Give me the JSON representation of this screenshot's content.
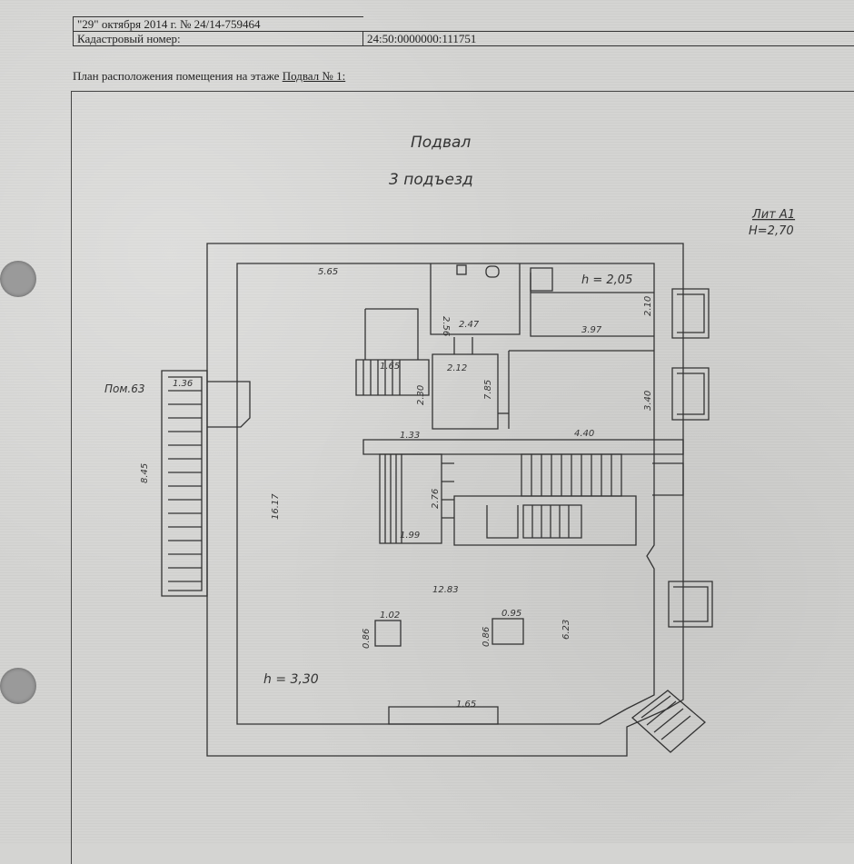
{
  "header": {
    "date_number": "\"29\" октября 2014 г. № 24/14-759464",
    "cadastral_label": "Кадастровый номер:",
    "cadastral_value": "24:50:0000000:111751"
  },
  "caption": {
    "prefix": "План расположения помещения на этаже ",
    "floor": "Подвал № 1:"
  },
  "plan": {
    "title": "Подвал",
    "subtitle": "3 подъезд",
    "lit": "Лит А1",
    "height_total": "H=2,70",
    "room_height_top": "h = 2,05",
    "room_height_main": "h = 3,30",
    "neighbor": "Пом.63",
    "dims": {
      "top_wall": "5.65",
      "d_256": "2.56",
      "d_247": "2.47",
      "d_210": "2.10",
      "d_397": "3.97",
      "d_136": "1.36",
      "d_165a": "1.65",
      "d_212": "2.12",
      "d_230": "2.30",
      "d_785": "7.85",
      "d_340": "3.40",
      "d_133": "1.33",
      "d_440": "4.40",
      "d_845": "8.45",
      "d_1617": "16.17",
      "d_276": "2.76",
      "d_199": "1.99",
      "d_1283": "12.83",
      "d_102": "1.02",
      "d_095": "0.95",
      "d_086a": "0.86",
      "d_086b": "0.86",
      "d_623": "6.23",
      "d_165b": "1.65"
    }
  }
}
